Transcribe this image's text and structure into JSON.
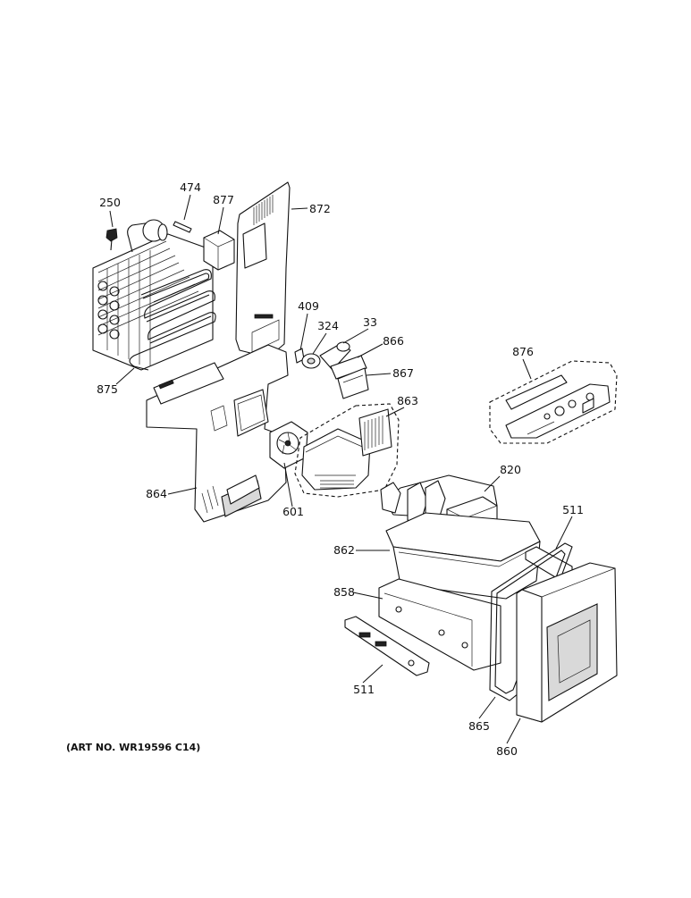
{
  "callouts": {
    "c250": "250",
    "c474": "474",
    "c877": "877",
    "c872": "872",
    "c875": "875",
    "c409": "409",
    "c324": "324",
    "c33": "33",
    "c866": "866",
    "c867": "867",
    "c876": "876",
    "c863": "863",
    "c820": "820",
    "c864": "864",
    "c601": "601",
    "c511a": "511",
    "c862": "862",
    "c858": "858",
    "c511b": "511",
    "c865": "865",
    "c860": "860"
  },
  "art_number": "(ART NO. WR19596 C14)"
}
